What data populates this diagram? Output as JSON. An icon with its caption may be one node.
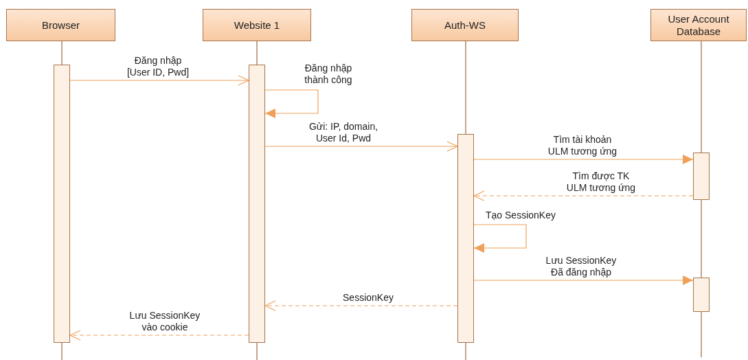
{
  "diagram": {
    "nodes": [
      {
        "text": [
          "Browser"
        ]
      },
      {
        "text": [
          "Website 1"
        ]
      },
      {
        "text": [
          "Auth-WS"
        ]
      },
      {
        "text": [
          "User Account Database"
        ]
      },
      {
        "text": [],
        "shape": "bar"
      },
      {
        "text": [],
        "shape": "bar"
      },
      {
        "text": [],
        "shape": "bar"
      },
      {
        "text": [],
        "shape": "bar"
      },
      {
        "text": [],
        "shape": "bar"
      }
    ],
    "edges": [
      {
        "from": 4,
        "to": 5,
        "arrow": "to",
        "label": "Đăng nhập [User ID, Pwd]"
      },
      {
        "from": 5,
        "to": 5,
        "arrow": "to",
        "label": "Đăng nhập thành công"
      },
      {
        "from": 5,
        "to": 6,
        "arrow": "to",
        "label": "Gửi: IP, domain, User Id, Pwd"
      },
      {
        "from": 6,
        "to": 7,
        "arrow": "to",
        "label": "Tìm tài khoản ULM tương ứng"
      },
      {
        "from": 7,
        "to": 6,
        "arrow": "to",
        "label": "Tìm được TK ULM tương ứng",
        "style": "dashed"
      },
      {
        "from": 6,
        "to": 6,
        "arrow": "to",
        "label": "Tạo SessionKey"
      },
      {
        "from": 6,
        "to": 8,
        "arrow": "to",
        "label": "Lưu SessionKey Đã đăng nhập"
      },
      {
        "from": 6,
        "to": 5,
        "arrow": "to",
        "label": "SessionKey",
        "style": "dashed"
      },
      {
        "from": 5,
        "to": 4,
        "arrow": "to",
        "label": "Lưu SessionKey vào cookie",
        "style": "dashed"
      },
      {
        "from": 0,
        "to": 4,
        "arrow": "none",
        "color": "#9a6a40"
      },
      {
        "from": 1,
        "to": 5,
        "arrow": "none",
        "color": "#9a6a40"
      },
      {
        "from": 2,
        "to": 6,
        "arrow": "none",
        "color": "#9a6a40"
      },
      {
        "from": 3,
        "to": 7,
        "arrow": "none",
        "color": "#9a6a40"
      },
      {
        "from": 7,
        "to": 8,
        "arrow": "none",
        "color": "#9a6a40"
      }
    ]
  }
}
